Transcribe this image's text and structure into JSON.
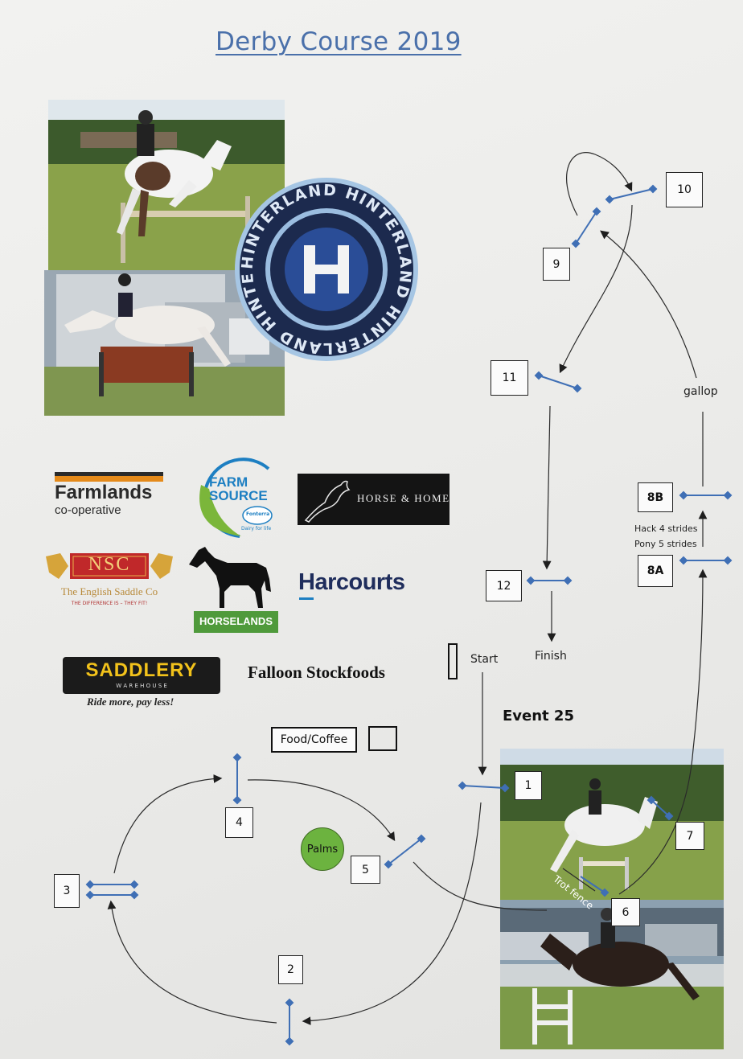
{
  "title": "Derby Course 2019",
  "event": "Event 25",
  "sponsors": {
    "farmlands_line1": "Farmlands",
    "farmlands_line2": "co-operative",
    "farmsource_line1": "FARM",
    "farmsource_line2": "SOURCE",
    "farmsource_badge": "Fonterra",
    "farmsource_tag": "Dairy for life",
    "horse_home": "HORSE & HOME",
    "nsc": "NSC",
    "nsc_name": "The English Saddle Co",
    "nsc_tag": "THE DIFFERENCE IS – THEY FIT!",
    "horselands": "HORSELANDS",
    "harcourts": "Harcourts",
    "saddlery_line1": "SADDLERY",
    "saddlery_line2": "W A R E H O U S E",
    "saddlery_tag": "Ride more, pay less!",
    "falloon": "Falloon Stockfoods",
    "hinterland_ring": "HINTERLAND HINTERLAND HINTERLAND HINTERLAND",
    "hinterland_mark": "H"
  },
  "course": {
    "fences": [
      "1",
      "2",
      "3",
      "4",
      "5",
      "6",
      "7",
      "8A",
      "8B",
      "9",
      "10",
      "11",
      "12"
    ],
    "start": "Start",
    "finish": "Finish",
    "gallop": "gallop",
    "strides_hack": "Hack 4 strides",
    "strides_pony": "Pony 5 strides",
    "trot_fence": "Trot fence",
    "food": "Food/Coffee",
    "palms": "Palms"
  },
  "colors": {
    "title": "#4a70aa",
    "fence": "#3f6fb5",
    "palms": "#6cb33f"
  }
}
